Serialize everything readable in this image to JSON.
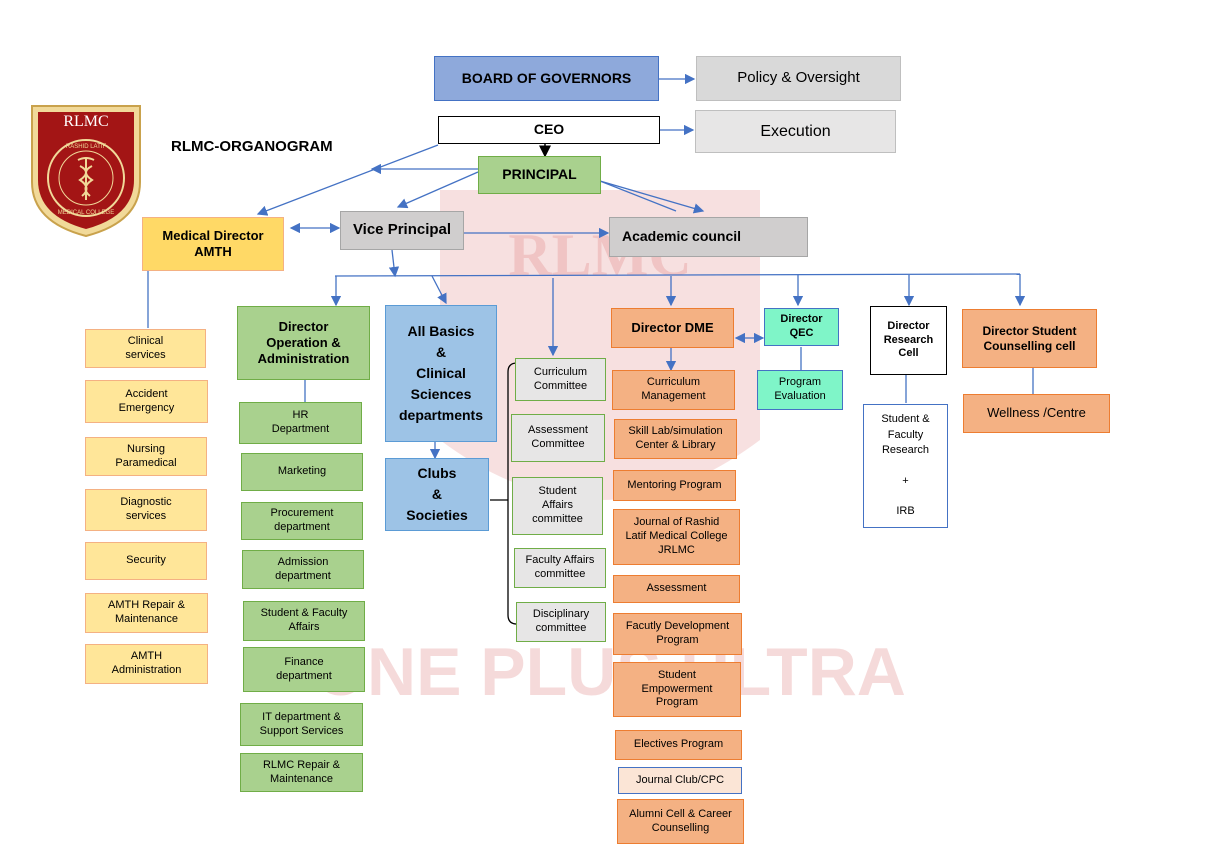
{
  "page_title": "RLMC-ORGANOGRAM",
  "logo": {
    "abbr": "RLMC",
    "ring_text_top": "RASHID LATIF",
    "ring_text_bottom": "MEDICAL COLLEGE",
    "icon": "caduceus-icon"
  },
  "watermark": {
    "abbr": "RLMC",
    "text": "ONE PLUS ULTRA"
  },
  "top": {
    "board": "BOARD OF GOVERNORS",
    "policy": "Policy & Oversight",
    "ceo": "CEO",
    "execution": "Execution",
    "principal": "PRINCIPAL",
    "vice_principal": "Vice Principal",
    "academic_council": "Academic council",
    "medical_director": "Medical Director\nAMTH"
  },
  "amth_units": [
    "Clinical\nservices",
    "Accident\nEmergency",
    "Nursing\nParamedical",
    "Diagnostic\nservices",
    "Security",
    "AMTH Repair &\nMaintenance",
    "AMTH\nAdministration"
  ],
  "ops": {
    "head": "Director\nOperation &\nAdministration",
    "units": [
      "HR\nDepartment",
      "Marketing",
      "Procurement\ndepartment",
      "Admission\ndepartment",
      "Student & Faculty\nAffairs",
      "Finance\ndepartment",
      "IT department &\nSupport Services",
      "RLMC Repair &\nMaintenance"
    ]
  },
  "departments": {
    "basics": "All Basics\n&\nClinical\nSciences\ndepartments",
    "clubs": "Clubs\n&\nSocieties"
  },
  "committees": [
    "Curriculum\nCommittee",
    "Assessment\nCommittee",
    "Student\nAffairs\ncommittee",
    "Faculty Affairs\ncommittee",
    "Disciplinary\ncommittee"
  ],
  "dme": {
    "head": "Director DME",
    "units": [
      "Curriculum\nManagement",
      "Skill Lab/simulation\nCenter & Library",
      "Mentoring Program",
      "Journal of Rashid\nLatif Medical College\nJRLMC",
      "Assessment",
      "Facutly Development\nProgram",
      "Student\nEmpowerment\nProgram",
      "Electives Program",
      "Journal Club/CPC",
      "Alumni Cell & Career\nCounselling"
    ]
  },
  "qec": {
    "head": "Director\nQEC",
    "unit": "Program\nEvaluation"
  },
  "research": {
    "head": "Director\nResearch\nCell",
    "unit": "Student &\nFaculty\nResearch\n\n+\n\nIRB"
  },
  "counselling": {
    "head": "Director Student\nCounselling cell",
    "unit": "Wellness /Centre"
  },
  "colors": {
    "line": "#4472c4",
    "green": "#a9d18e",
    "orange": "#f4b183",
    "yellow": "#ffd966",
    "blue": "#8ea9db",
    "logo_red": "#b22222"
  }
}
